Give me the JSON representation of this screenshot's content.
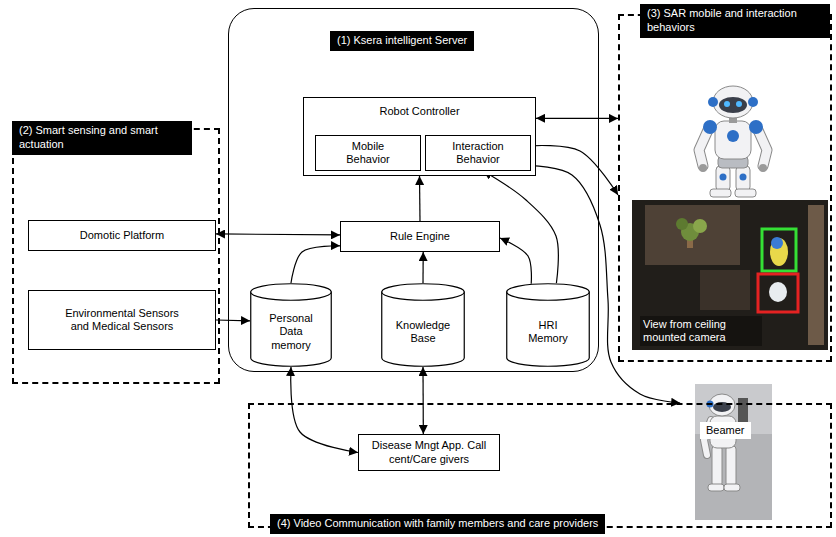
{
  "diagram": {
    "nodes": [
      {
        "text": [
          "(1) Ksera intelligent Server"
        ]
      },
      {
        "text": [
          "Robot Controller"
        ],
        "in": 0
      },
      {
        "text": [
          "Mobile Behavior"
        ],
        "in": 1
      },
      {
        "text": [
          "Interaction Behavior"
        ],
        "in": 1
      },
      {
        "text": [
          "Rule Engine"
        ],
        "in": 0
      },
      {
        "text": [
          "Personal Data memory"
        ],
        "in": 0
      },
      {
        "text": [
          "Knowledge Base"
        ],
        "in": 0
      },
      {
        "text": [
          "HRI Memory"
        ],
        "in": 0
      },
      {
        "text": [
          "(2) Smart sensing and smart actuation"
        ]
      },
      {
        "text": [
          "Domotic Platform"
        ],
        "in": 8
      },
      {
        "text": [
          "Environmental Sensors and Medical Sensors"
        ],
        "in": 8
      },
      {
        "text": [
          "(3) SAR mobile and interaction behaviors"
        ]
      },
      {
        "text": [
          "(4) Video Communication with family members and care providers"
        ]
      },
      {
        "text": [
          "Disease Mngt App. Call cent/Care givers"
        ],
        "in": 12
      }
    ],
    "edges": [
      {
        "from": 9,
        "to": 4,
        "arrow": "both"
      },
      {
        "from": 10,
        "to": 5,
        "arrow": "to"
      },
      {
        "from": 5,
        "to": 4,
        "arrow": "to"
      },
      {
        "from": 6,
        "to": 4,
        "arrow": "to"
      },
      {
        "from": 7,
        "to": 4,
        "arrow": "to"
      },
      {
        "from": 7,
        "to": 3,
        "arrow": "to"
      },
      {
        "from": 4,
        "to": 1,
        "arrow": "to"
      },
      {
        "from": 1,
        "to": 11,
        "arrow": "both"
      },
      {
        "from": 3,
        "to": 11,
        "arrow": "to"
      },
      {
        "from": 3,
        "to": 12,
        "arrow": "to"
      },
      {
        "from": 5,
        "to": 13,
        "arrow": "both"
      },
      {
        "from": 6,
        "to": 13,
        "arrow": "both"
      }
    ],
    "labels": [
      "View from ceiling mounted camera",
      "Beamer"
    ]
  }
}
